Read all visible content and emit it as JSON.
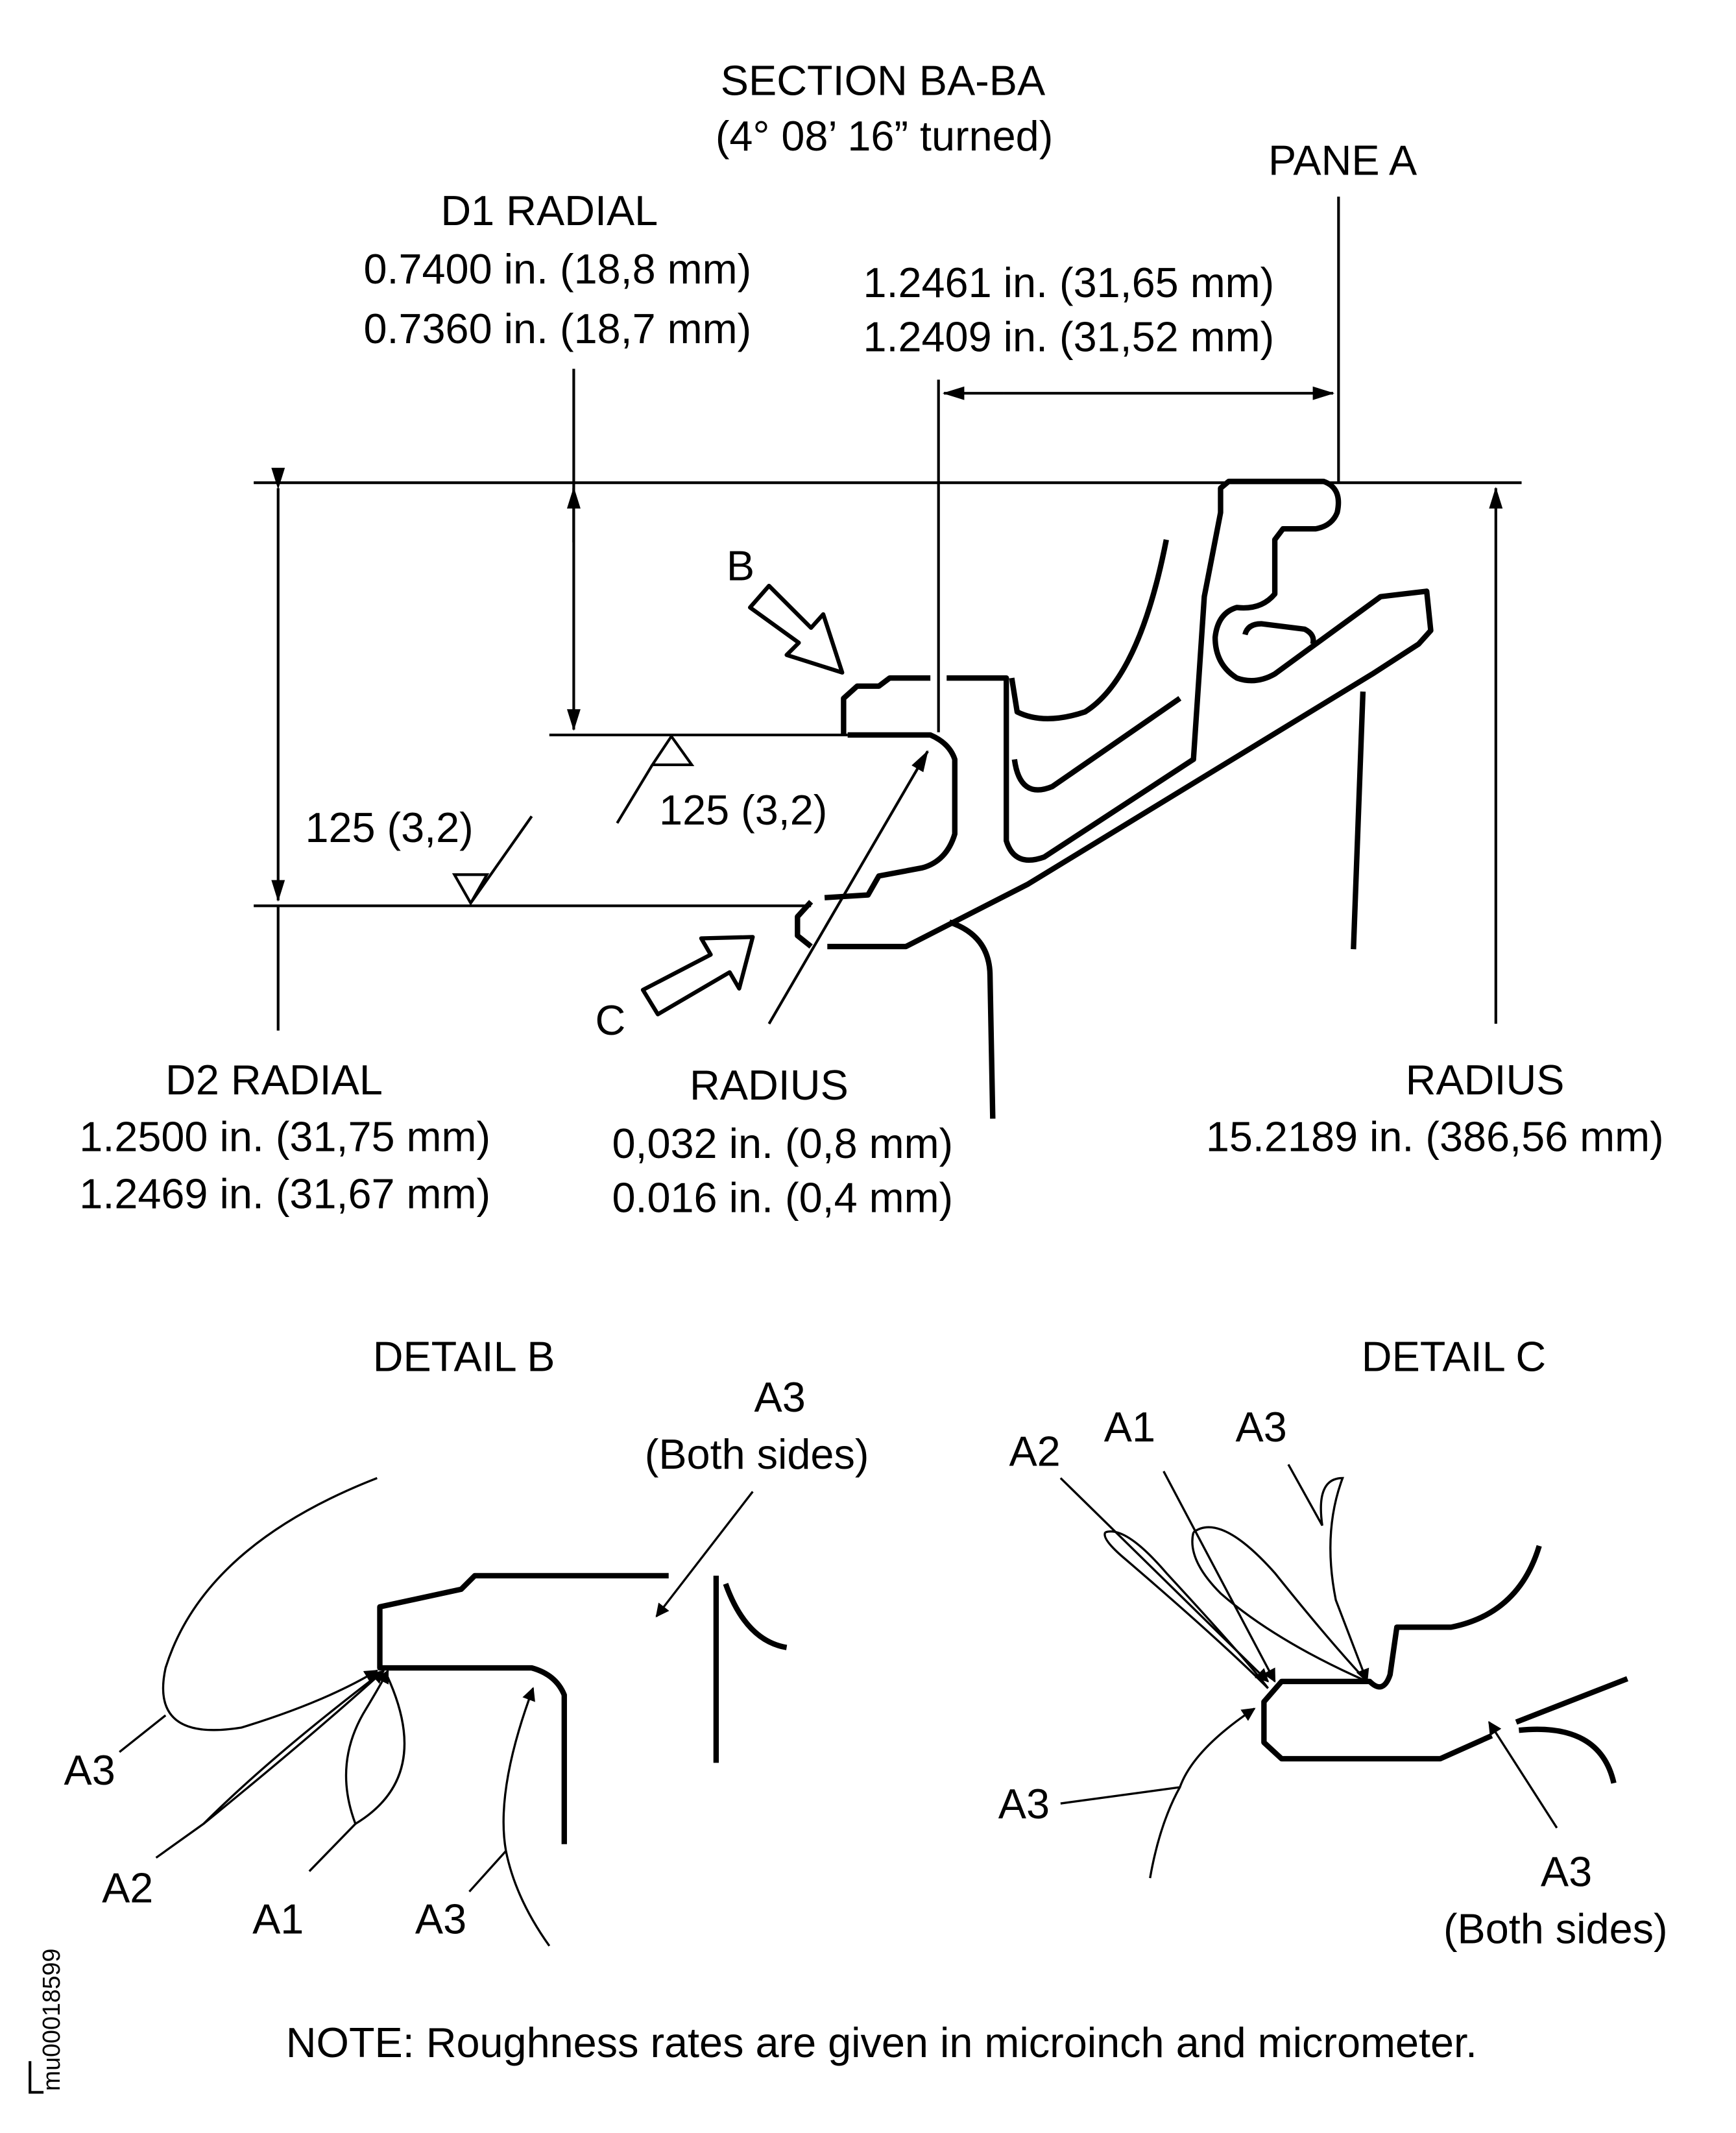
{
  "section": {
    "title": "SECTION BA-BA",
    "subtitle": "(4° 08’ 16” turned)"
  },
  "pane_a": "PANE A",
  "d1": {
    "label": "D1 RADIAL",
    "max": "0.7400 in. (18,8 mm)",
    "min": "0.7360 in. (18,7 mm)"
  },
  "width_dim": {
    "max": "1.2461 in. (31,65 mm)",
    "min": "1.2409 in. (31,52 mm)"
  },
  "view_b": "B",
  "view_c": "C",
  "roughness_left": "125  (3,2)",
  "roughness_mid": "125  (3,2)",
  "d2": {
    "label": "D2 RADIAL",
    "max": "1.2500 in. (31,75 mm)",
    "min": "1.2469 in. (31,67 mm)"
  },
  "radius_small": {
    "label": "RADIUS",
    "max": "0,032 in. (0,8 mm)",
    "min": "0.016 in. (0,4 mm)"
  },
  "radius_large": {
    "label": "RADIUS",
    "value": "15.2189 in. (386,56 mm)"
  },
  "detail_b": {
    "title": "DETAIL B",
    "a3_top": "A3",
    "a3_top_note": "(Both sides)",
    "a3_left": "A3",
    "a2": "A2",
    "a1": "A1",
    "a3_bottom": "A3"
  },
  "detail_c": {
    "title": "DETAIL C",
    "a2": "A2",
    "a1": "A1",
    "a3_top": "A3",
    "a3_left": "A3",
    "a3_right": "A3",
    "a3_right_note": "(Both sides)"
  },
  "note": "NOTE: Roughness rates are given in microinch and micrometer.",
  "figure_id": "mu00018599"
}
